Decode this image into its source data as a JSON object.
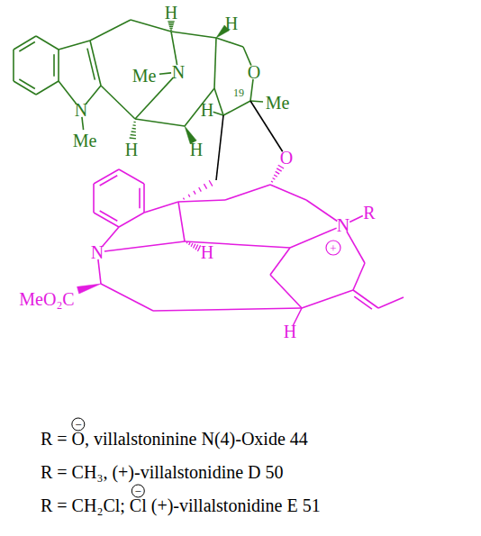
{
  "diagram": {
    "labels": [
      "H",
      "H",
      "Me",
      "N",
      "O",
      "H",
      "19",
      "Me",
      "N",
      "Me",
      "H",
      "H",
      "O",
      "N",
      "R",
      "+",
      "N",
      "H",
      "MeO₂C",
      "H",
      "R = O, villalstoninine N(4)-Oxide 44",
      "−",
      "R = CH₃, (+)-villalstonidine D 50",
      "R = CH₂Cl; Cl (+)-villalstonidine E 51",
      "−"
    ]
  }
}
